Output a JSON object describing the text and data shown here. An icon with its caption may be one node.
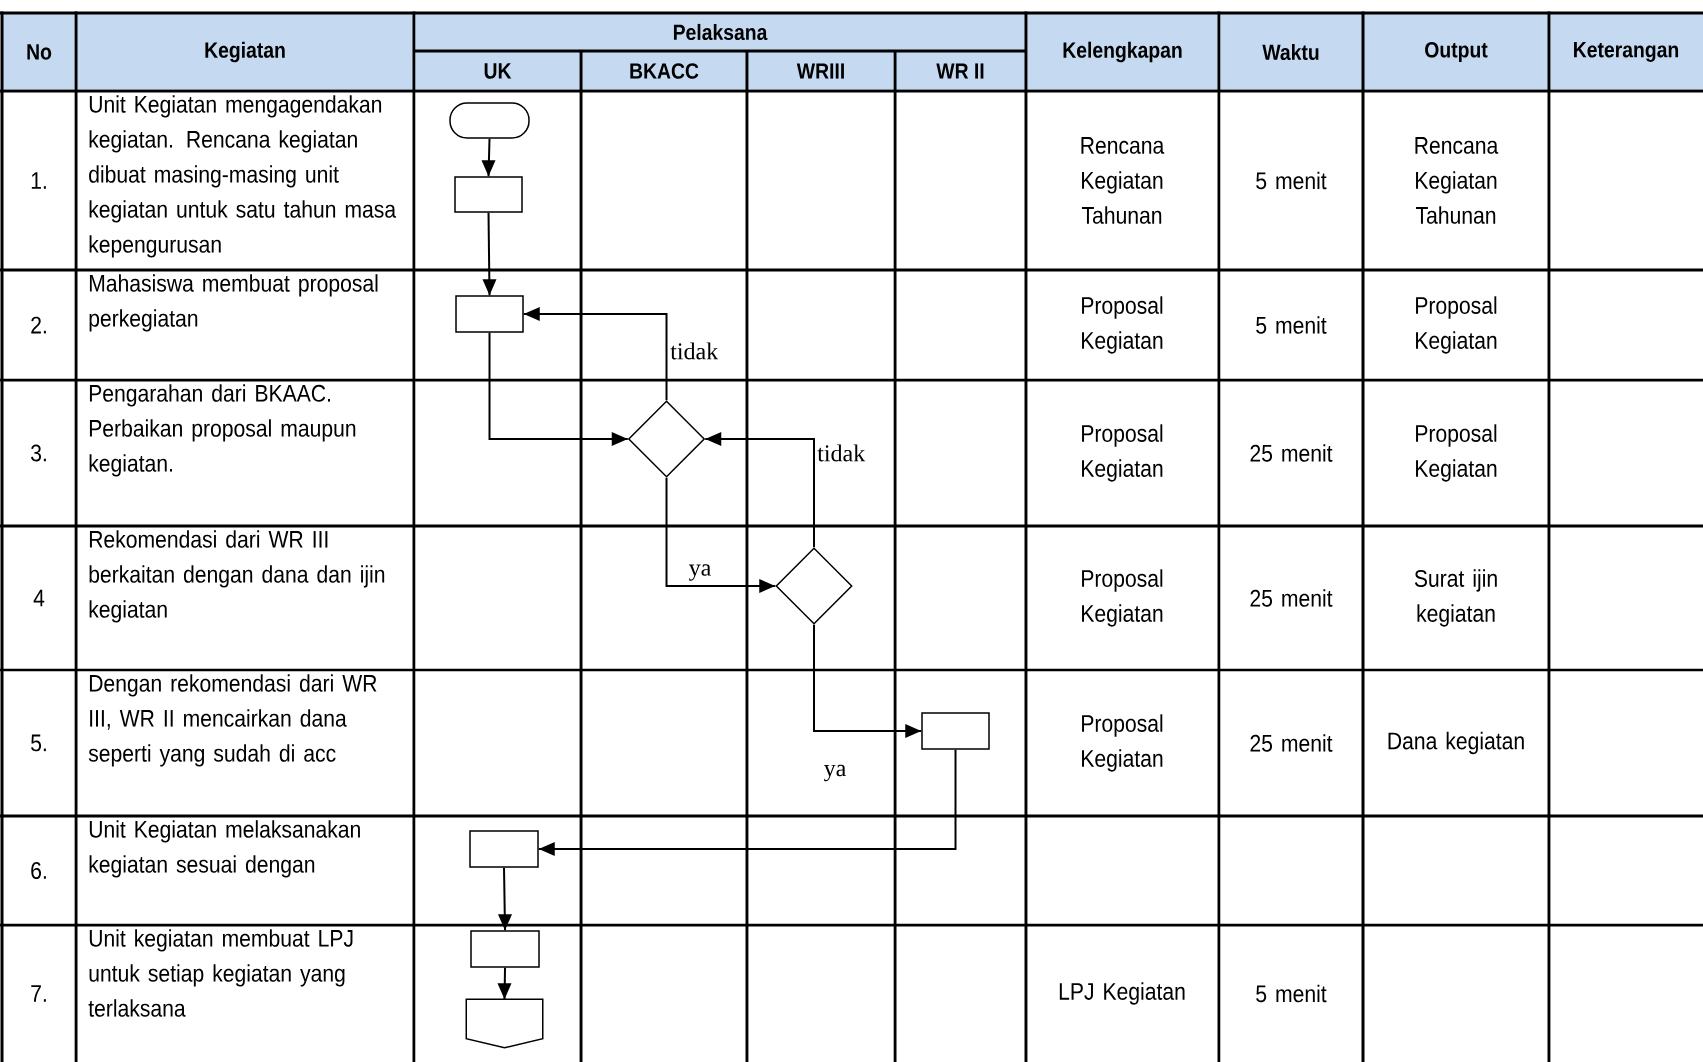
{
  "diagram": {
    "nodes": [
      {
        "text": [],
        "shape": "capsule"
      },
      {
        "text": [],
        "shape": "box"
      },
      {
        "text": [],
        "shape": "box"
      },
      {
        "text": [],
        "shape": "diamond"
      },
      {
        "text": [],
        "shape": "diamond"
      },
      {
        "text": [],
        "shape": "box"
      },
      {
        "text": [],
        "shape": "box"
      },
      {
        "text": [],
        "shape": "box"
      },
      {
        "text": [],
        "shape": "pentagon"
      }
    ],
    "edges": [
      {
        "from": 0,
        "to": 1,
        "arrow": "to"
      },
      {
        "from": 1,
        "to": 2,
        "arrow": "to"
      },
      {
        "from": 2,
        "to": 3,
        "arrow": "to"
      },
      {
        "from": 3,
        "to": 2,
        "arrow": "to",
        "label": "tidak"
      },
      {
        "from": 3,
        "to": 4,
        "arrow": "to",
        "label": "ya"
      },
      {
        "from": 4,
        "to": 3,
        "arrow": "to",
        "label": "tidak"
      },
      {
        "from": 4,
        "to": 5,
        "arrow": "to",
        "label": "ya"
      },
      {
        "from": 5,
        "to": 6,
        "arrow": "to"
      },
      {
        "from": 6,
        "to": 7,
        "arrow": "to"
      },
      {
        "from": 7,
        "to": 8,
        "arrow": "to"
      }
    ],
    "labels": [
      "No",
      "Kegiatan",
      "Pelaksana",
      "Kelengkapan",
      "Waktu",
      "Output",
      "Keterangan",
      "UK",
      "BKACC",
      "WRIII",
      "WR II",
      "1.",
      "Unit Kegiatan mengagendakan kegiatan. Rencana kegiatan dibuat masing-masing unit kegiatan untuk satu tahun masa kepengurusan",
      "Rencana Kegiatan Tahunan",
      "5 menit",
      "Rencana Kegiatan Tahunan",
      "2.",
      "Mahasiswa membuat proposal perkegiatan",
      "Proposal Kegiatan",
      "5 menit",
      "Proposal Kegiatan",
      "3.",
      "Pengarahan dari BKAAC. Perbaikan proposal maupun kegiatan.",
      "Proposal Kegiatan",
      "25 menit",
      "Proposal Kegiatan",
      "4",
      "Rekomendasi dari WR III berkaitan dengan dana dan ijin kegiatan",
      "Proposal Kegiatan",
      "25 menit",
      "Surat ijin kegiatan",
      "5.",
      "Dengan rekomendasi dari WR III, WR II mencairkan dana seperti yang sudah di acc",
      "Proposal Kegiatan",
      "25 menit",
      "Dana kegiatan",
      "6.",
      "Unit Kegiatan melaksanakan kegiatan sesuai dengan",
      "7.",
      "Unit kegiatan membuat LPJ untuk setiap kegiatan yang terlaksana",
      "LPJ Kegiatan",
      "5 menit"
    ]
  }
}
